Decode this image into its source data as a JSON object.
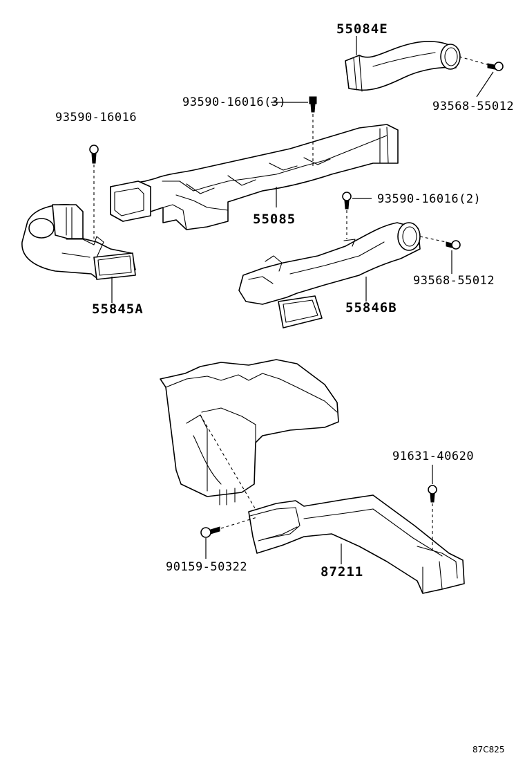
{
  "labels": {
    "p55084e": "55084E",
    "p93568_top": "93568-55012",
    "p93590_3": "93590-16016(3)",
    "p93590_left": "93590-16016",
    "p55085": "55085",
    "p93590_2": "93590-16016(2)",
    "p93568_mid": "93568-55012",
    "p55845a": "55845A",
    "p55846b": "55846B",
    "p91631": "91631-40620",
    "p90159": "90159-50322",
    "p87211": "87211",
    "figure_code": "87C825"
  }
}
